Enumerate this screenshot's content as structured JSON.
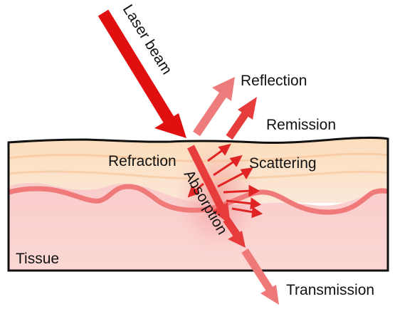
{
  "labels": {
    "laser_beam": "Laser beam",
    "reflection": "Reflection",
    "remission": "Remission",
    "refraction": "Refraction",
    "scattering": "Scattering",
    "absorption": "Absorption",
    "tissue": "Tissue",
    "transmission": "Transmission"
  },
  "colors": {
    "laser_red": "#e01010",
    "reflection_pink": "#ef7c7c",
    "remission_red": "#e63c3c",
    "refraction_red": "#e63c3c",
    "scatter_red": "#e02424",
    "transmission_pink": "#ef7878",
    "surface_peach": "#fbd7b0",
    "tissue_pink": "#f8c4c4",
    "vessel_pink": "#f07a7a",
    "outline": "#111111"
  }
}
